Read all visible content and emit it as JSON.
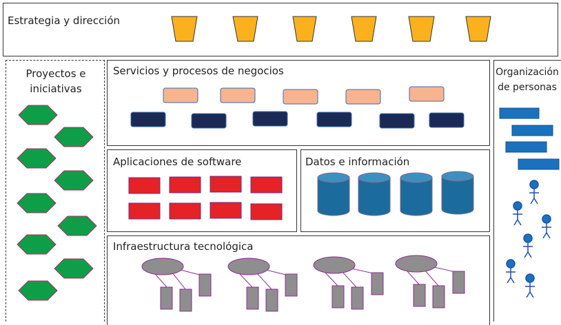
{
  "strategy": {
    "title": "Estrategia y dirección"
  },
  "projects": {
    "title": "Proyectos e iniciativas"
  },
  "services": {
    "title": "Servicios y procesos de negocios"
  },
  "apps": {
    "title": "Aplicaciones de software"
  },
  "data": {
    "title": "Datos e información"
  },
  "infra": {
    "title": "Infraestructura tecnológica"
  },
  "people": {
    "title": "Organización de personas"
  },
  "colors": {
    "trapezoid": "#FBB11E",
    "hexagon": "#0E9E48",
    "process_light": "#F7B48F",
    "process_dark": "#1B2A54",
    "app_box": "#E52226",
    "database": "#1B6C9C",
    "server": "#8E8E8E",
    "server_stroke": "#8B2F8F",
    "org_bar": "#1A72BF",
    "person": "#1A4FAF"
  }
}
